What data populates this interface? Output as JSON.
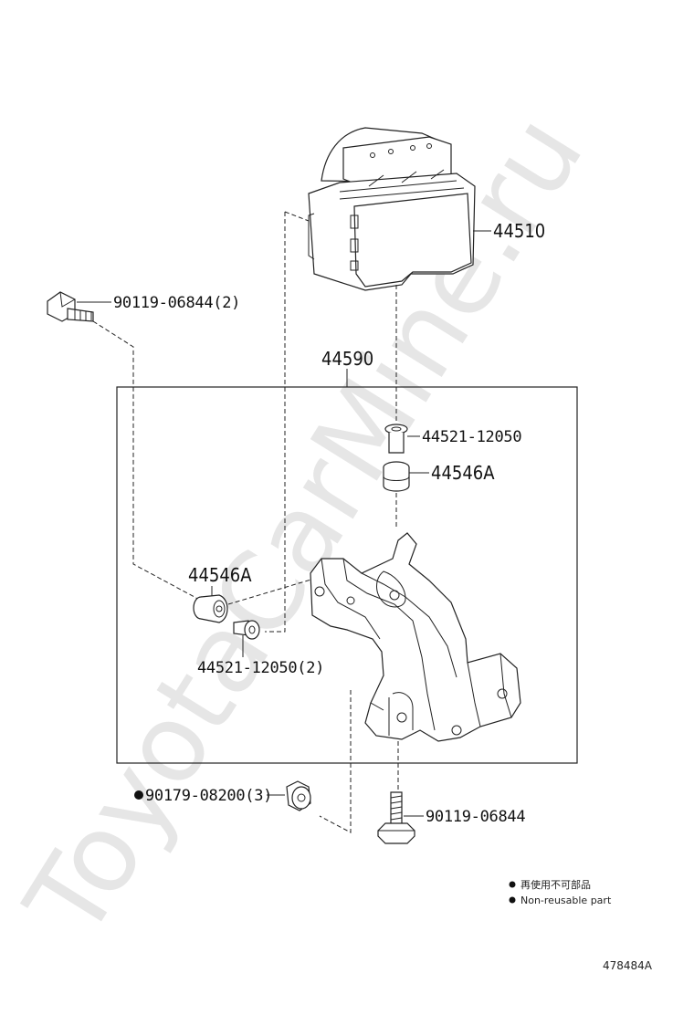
{
  "watermark": "ToyotaCarMine.ru",
  "labels": {
    "abs_actuator": "44510",
    "bracket_assembly": "44590",
    "bolt_top": "90119-06844(2)",
    "collar_right": "44521-12050",
    "cushion_right": "44546A",
    "cushion_left": "44546A",
    "collar_left": "44521-12050(2)",
    "nut": "90179-08200(3)",
    "bolt_bottom": "90119-06844"
  },
  "legend": {
    "symbol": "●",
    "jp": "再使用不可部品",
    "en": "Non-reusable part"
  },
  "figure_id": "478484A",
  "icons": [
    "non-reusable-dot-icon"
  ]
}
